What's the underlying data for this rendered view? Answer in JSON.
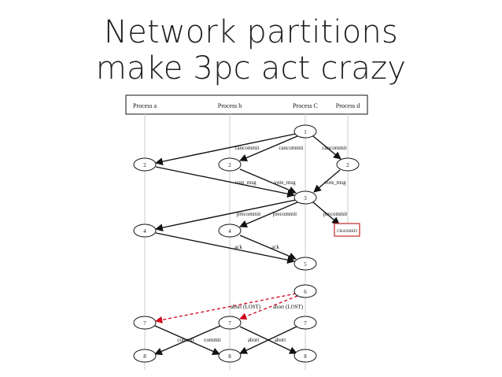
{
  "title": {
    "line1": "Network partitions",
    "line2": "make 3pc act crazy"
  },
  "processes": [
    "Process a",
    "Process b",
    "Process C",
    "Process d"
  ],
  "crashed_label": "CRASHED",
  "nodes": [
    {
      "id": "c1",
      "label": "1"
    },
    {
      "id": "a2",
      "label": "2"
    },
    {
      "id": "b2",
      "label": "2"
    },
    {
      "id": "d2",
      "label": "2"
    },
    {
      "id": "c3",
      "label": "3"
    },
    {
      "id": "a4",
      "label": "4"
    },
    {
      "id": "b4",
      "label": "4"
    },
    {
      "id": "c5",
      "label": "5"
    },
    {
      "id": "c6",
      "label": "6"
    },
    {
      "id": "a7",
      "label": "7"
    },
    {
      "id": "b7",
      "label": "7"
    },
    {
      "id": "c7",
      "label": "7"
    },
    {
      "id": "a8",
      "label": "8"
    },
    {
      "id": "b8",
      "label": "8"
    },
    {
      "id": "c8",
      "label": "8"
    }
  ],
  "edge_labels": {
    "canCommit_a": "cancommit",
    "canCommit_b": "cancommit",
    "canCommit_d": "cancommit",
    "vote_a": "vote_msg",
    "vote_b": "vote_msg",
    "vote_d": "vote_msg",
    "precommit_a": "precommit",
    "precommit_b": "precommit",
    "precommit_d": "precommit",
    "ack_a": "ack",
    "ack_b": "ack",
    "abort_lost_a": "abort (LOST)",
    "abort_lost_b": "abort (LOST)",
    "commit_a": "commit",
    "commit_b": "commit",
    "abort_a": "abort",
    "abort_b": "abort"
  },
  "colors": {
    "lost_edge": "#d0021b",
    "crashed": "#c62828",
    "lifeline": "#cccccc"
  }
}
